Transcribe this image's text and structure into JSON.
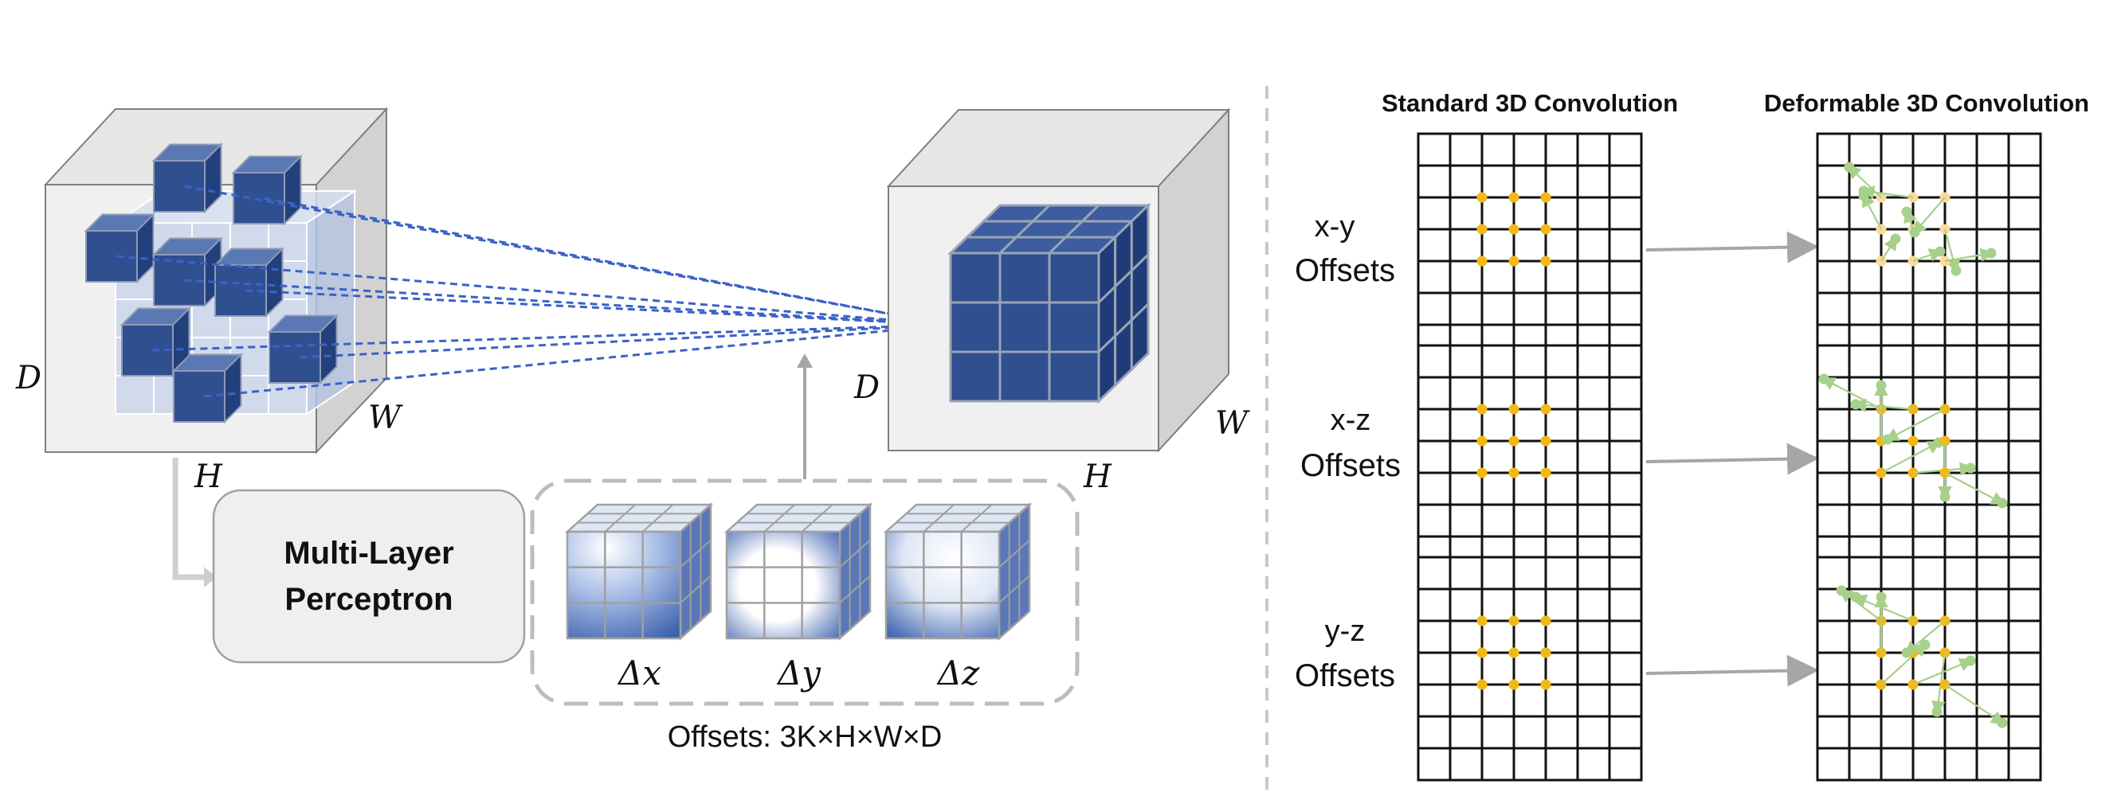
{
  "left_panel": {
    "input_volume": {
      "dim_d": "D",
      "dim_h": "H",
      "dim_w": "W"
    },
    "output_volume": {
      "dim_d": "D",
      "dim_h": "H",
      "dim_w": "W"
    },
    "mlp_label_line1": "Multi-Layer",
    "mlp_label_line2": "Perceptron",
    "offset_cubes": [
      {
        "label": "Δx"
      },
      {
        "label": "Δy"
      },
      {
        "label": "Δz"
      }
    ],
    "offsets_caption": "Offsets: 3K×H×W×D"
  },
  "right_panel": {
    "col_standard": "Standard 3D Convolution",
    "col_deformable": "Deformable 3D Convolution",
    "rows": [
      {
        "label_line1": "x-y",
        "label_line2": "Offsets"
      },
      {
        "label_line1": "x-z",
        "label_line2": "Offsets"
      },
      {
        "label_line1": "y-z",
        "label_line2": "Offsets"
      }
    ]
  },
  "colors": {
    "cube_blue": "#2f4f8f",
    "dashed_blue": "#3a62c8",
    "kernel_orange": "#f3b814",
    "offset_green": "#a7d08a",
    "arrow_gray": "#a6a6a6"
  }
}
